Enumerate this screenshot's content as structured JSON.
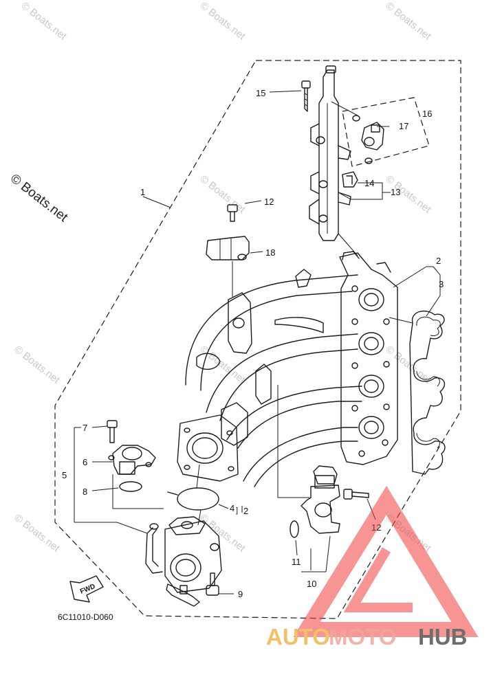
{
  "diagram": {
    "code": "6C11010-D060",
    "fwd_label": "FWD",
    "callouts": {
      "c1": "1",
      "c2a": "2",
      "c2b": "2",
      "c3": "3",
      "c4": "4",
      "c5": "5",
      "c6": "6",
      "c7": "7",
      "c8": "8",
      "c9": "9",
      "c10": "10",
      "c11": "11",
      "c12a": "12",
      "c12b": "12",
      "c13": "13",
      "c14": "14",
      "c15": "15",
      "c16": "16",
      "c17": "17",
      "c18": "18"
    }
  },
  "watermarks": {
    "repeat": "© Boats.net",
    "side": "© Boats.net"
  },
  "brand": {
    "auto": "AUTO",
    "moto": "MOTO",
    "hub": "HUB",
    "colors": {
      "auto": "#f3c067",
      "moto": "#f2a49c",
      "hub": "#6d6d6d",
      "triangle": "#f03c3c"
    }
  }
}
